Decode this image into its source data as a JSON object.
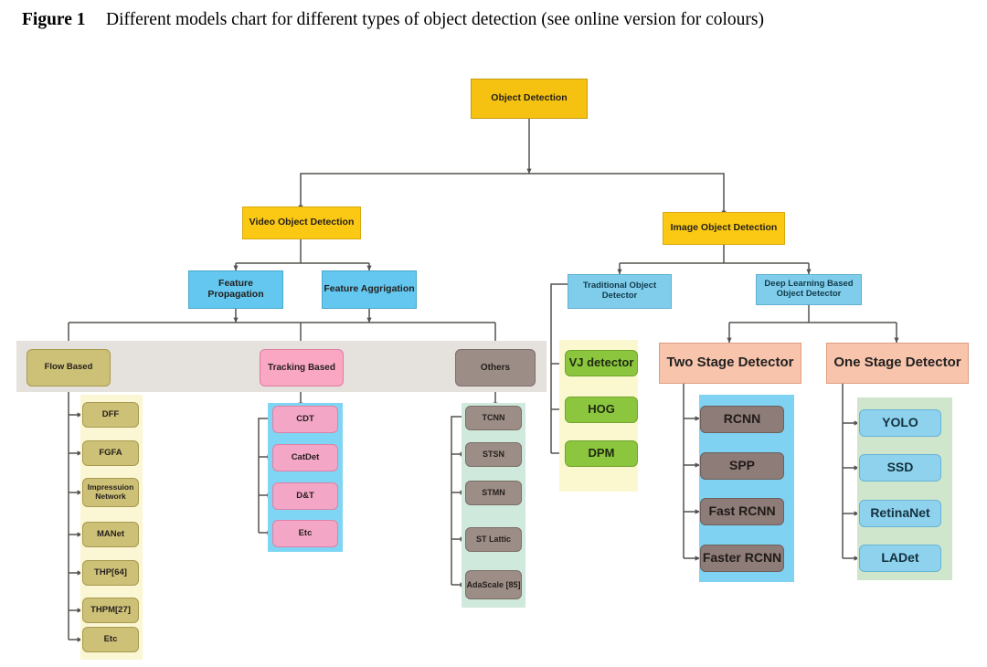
{
  "caption": {
    "figure_number": "Figure 1",
    "text": "Different models chart for different types of object detection (see online version for colours)"
  },
  "chart_data": {
    "type": "diagram",
    "diagram_kind": "tree-hierarchy",
    "title": "Different models chart for different types of object detection",
    "root": "Object Detection",
    "nodes": {
      "root": {
        "label": "Object Detection",
        "color": "#f5c211"
      },
      "video_object_detection": {
        "label": "Video Object Detection",
        "color": "#fbc913"
      },
      "image_object_detection": {
        "label": "Image Object Detection",
        "color": "#fbc913"
      },
      "feature_propagation": {
        "label": "Feature Propagation",
        "color": "#63c7ef"
      },
      "feature_aggrigation": {
        "label": "Feature Aggrigation",
        "color": "#63c7ef"
      },
      "flow_based": {
        "label": "Flow Based",
        "color": "#cdc077"
      },
      "tracking_based": {
        "label": "Tracking Based",
        "color": "#f9a7c3"
      },
      "others": {
        "label": "Others",
        "color": "#9c8d86"
      },
      "traditional_object_detector": {
        "label": "Traditional Object Detector",
        "color": "#7fcdeb"
      },
      "deep_learning_based_object_detector": {
        "label": "Deep Learning Based Object Detector",
        "color": "#7fcdeb"
      },
      "two_stage_detector": {
        "label": "Two Stage Detector",
        "color": "#f8c4ac"
      },
      "one_stage_detector": {
        "label": "One Stage Detector",
        "color": "#f8c4ac"
      }
    },
    "leaf_groups": {
      "flow_based": [
        "DFF",
        "FGFA",
        "Impressuion Network",
        "MANet",
        "THP[64]",
        "THPM[27]",
        "Etc"
      ],
      "tracking_based": [
        "CDT",
        "CatDet",
        "D&T",
        "Etc"
      ],
      "others": [
        "TCNN",
        "STSN",
        "STMN",
        "ST Lattic",
        "AdaScale [85]"
      ],
      "traditional_object_detector": [
        "VJ detector",
        "HOG",
        "DPM"
      ],
      "two_stage_detector": [
        "RCNN",
        "SPP",
        "Fast RCNN",
        "Faster RCNN"
      ],
      "one_stage_detector": [
        "YOLO",
        "SSD",
        "RetinaNet",
        "LADet"
      ]
    },
    "edges": [
      [
        "Object Detection",
        "Video Object Detection"
      ],
      [
        "Object Detection",
        "Image Object Detection"
      ],
      [
        "Video Object Detection",
        "Feature Propagation"
      ],
      [
        "Video Object Detection",
        "Feature Aggrigation"
      ],
      [
        "Feature Propagation",
        "Flow Based"
      ],
      [
        "Feature Propagation",
        "Tracking Based"
      ],
      [
        "Feature Aggrigation",
        "Tracking Based"
      ],
      [
        "Feature Aggrigation",
        "Others"
      ],
      [
        "Image Object Detection",
        "Traditional Object Detector"
      ],
      [
        "Image Object Detection",
        "Deep Learning Based Object Detector"
      ],
      [
        "Deep Learning Based Object Detector",
        "Two Stage Detector"
      ],
      [
        "Deep Learning Based Object Detector",
        "One Stage Detector"
      ]
    ]
  },
  "diagram": {
    "root": {
      "label": "Object Detection"
    },
    "video_branch": {
      "label": "Video Object Detection",
      "children": [
        {
          "label": "Feature Propagation"
        },
        {
          "label": "Feature Aggrigation"
        }
      ],
      "categories": [
        {
          "label": "Flow Based",
          "items": [
            {
              "label": "DFF"
            },
            {
              "label": "FGFA"
            },
            {
              "label": "Impressuion Network"
            },
            {
              "label": "MANet"
            },
            {
              "label": "THP[64]"
            },
            {
              "label": "THPM[27]"
            },
            {
              "label": "Etc"
            }
          ]
        },
        {
          "label": "Tracking Based",
          "items": [
            {
              "label": "CDT"
            },
            {
              "label": "CatDet"
            },
            {
              "label": "D&T"
            },
            {
              "label": "Etc"
            }
          ]
        },
        {
          "label": "Others",
          "items": [
            {
              "label": "TCNN"
            },
            {
              "label": "STSN"
            },
            {
              "label": "STMN"
            },
            {
              "label": "ST Lattic"
            },
            {
              "label": "AdaScale [85]"
            }
          ]
        }
      ]
    },
    "image_branch": {
      "label": "Image Object Detection",
      "traditional": {
        "label": "Traditional Object Detector",
        "items": [
          {
            "label": "VJ detector"
          },
          {
            "label": "HOG"
          },
          {
            "label": "DPM"
          }
        ]
      },
      "deep_learning": {
        "label": "Deep Learning Based Object Detector",
        "detectors": [
          {
            "label": "Two Stage Detector",
            "items": [
              {
                "label": "RCNN"
              },
              {
                "label": "SPP"
              },
              {
                "label": "Fast RCNN"
              },
              {
                "label": "Faster RCNN"
              }
            ]
          },
          {
            "label": "One Stage Detector",
            "items": [
              {
                "label": "YOLO"
              },
              {
                "label": "SSD"
              },
              {
                "label": "RetinaNet"
              },
              {
                "label": "LADet"
              }
            ]
          }
        ]
      }
    }
  },
  "colors": {
    "root_yellow": "#f5c211",
    "level2_yellow": "#fbc913",
    "blue": "#63c7ef",
    "khaki": "#cdc077",
    "pink": "#f9a7c3",
    "grey": "#9c8d86",
    "green": "#8cc63e",
    "salmon": "#f8c4ac",
    "brown": "#8d7c77",
    "cyan": "#8ed2ee",
    "grey_band": "#e5e1dd",
    "connector": "#5a5a5a"
  }
}
